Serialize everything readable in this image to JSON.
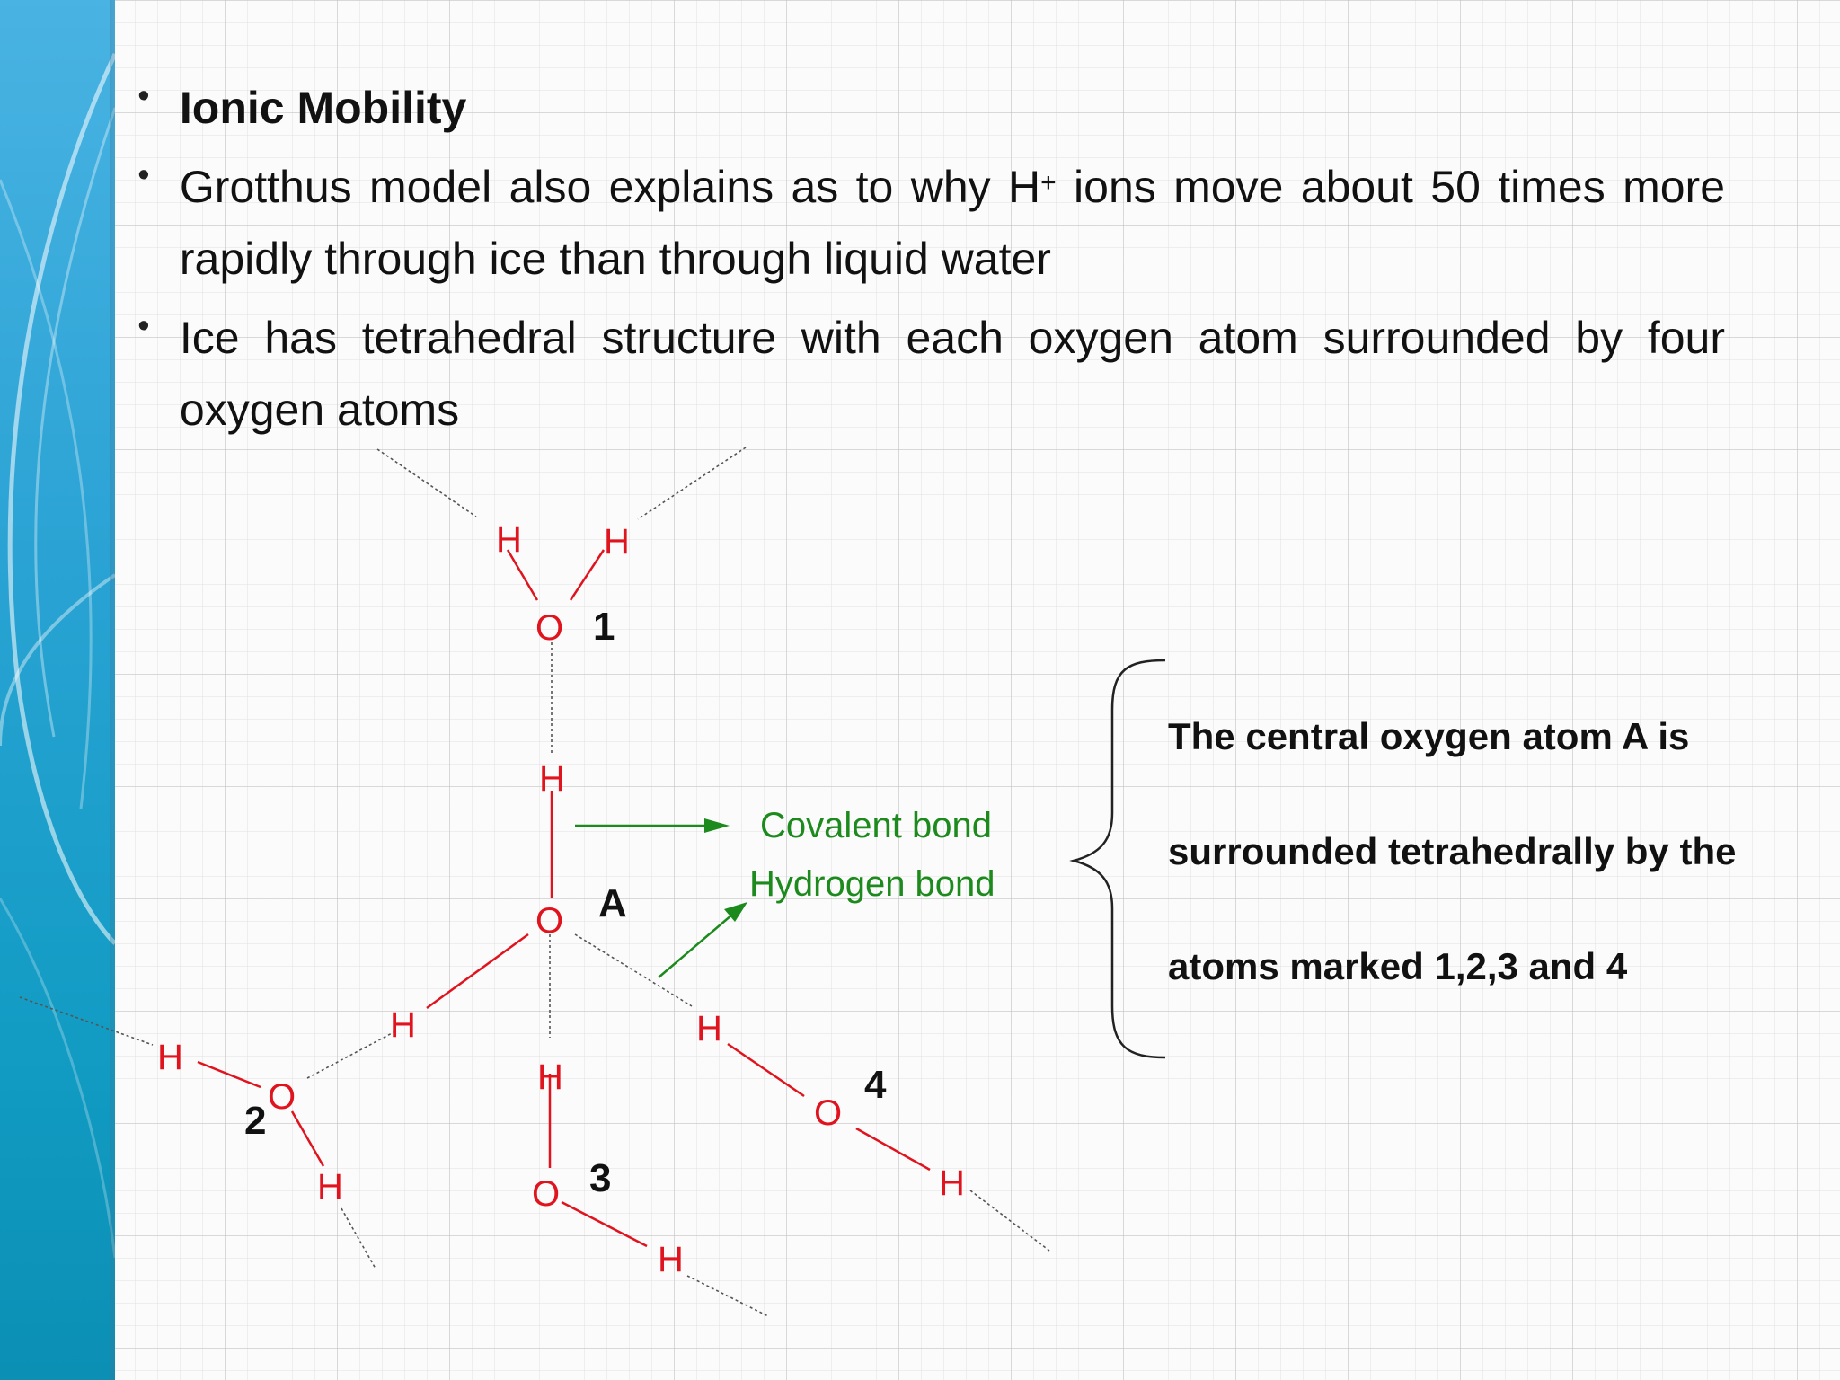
{
  "bullets": [
    {
      "text": "Ionic Mobility"
    },
    {
      "text_before": "Grotthus model also explains as to why H",
      "superscript": "+",
      "text_after": " ions move about 50 times more rapidly through ice than through liquid water"
    },
    {
      "text": "Ice has tetrahedral structure with each oxygen atom surrounded by four oxygen atoms"
    }
  ],
  "bullet_symbol": "•",
  "diagram": {
    "atoms": {
      "o1": "O",
      "h1a": "H",
      "h1b": "H",
      "hA_top": "H",
      "oA": "O",
      "hA_left": "H",
      "hA_down": "H",
      "hA_right": "H",
      "o2": "O",
      "h2a": "H",
      "h2b": "H",
      "o3": "O",
      "h3": "H",
      "o4": "O",
      "h4": "H"
    },
    "numbers": {
      "n1": "1",
      "n2": "2",
      "n3": "3",
      "n4": "4",
      "nA": "A"
    },
    "legend": {
      "covalent": "Covalent bond",
      "hydrogen": "Hydrogen bond"
    },
    "colors": {
      "covalent": "#e0141e",
      "hydrogen_bond": "#555555",
      "legend": "#1d8a1d"
    }
  },
  "note": {
    "lines": [
      "The central oxygen atom A is",
      "surrounded tetrahedrally by the",
      "atoms marked 1,2,3 and 4"
    ]
  },
  "sidebar": {
    "color": "#2aa3d4"
  }
}
